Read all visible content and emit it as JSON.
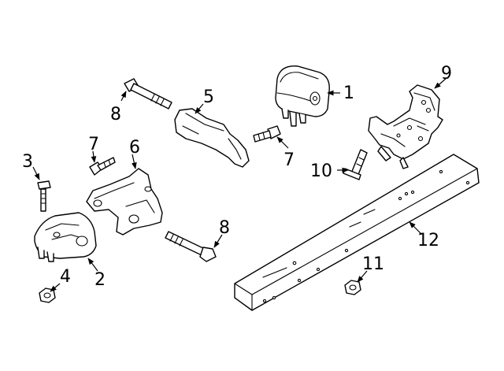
{
  "callouts": {
    "c1": "1",
    "c2": "2",
    "c3": "3",
    "c4": "4",
    "c5": "5",
    "c6": "6",
    "c7a": "7",
    "c7b": "7",
    "c8a": "8",
    "c8b": "8",
    "c9": "9",
    "c10": "10",
    "c11": "11",
    "c12": "12"
  },
  "colors": {
    "line": "#000000",
    "background": "#ffffff"
  }
}
